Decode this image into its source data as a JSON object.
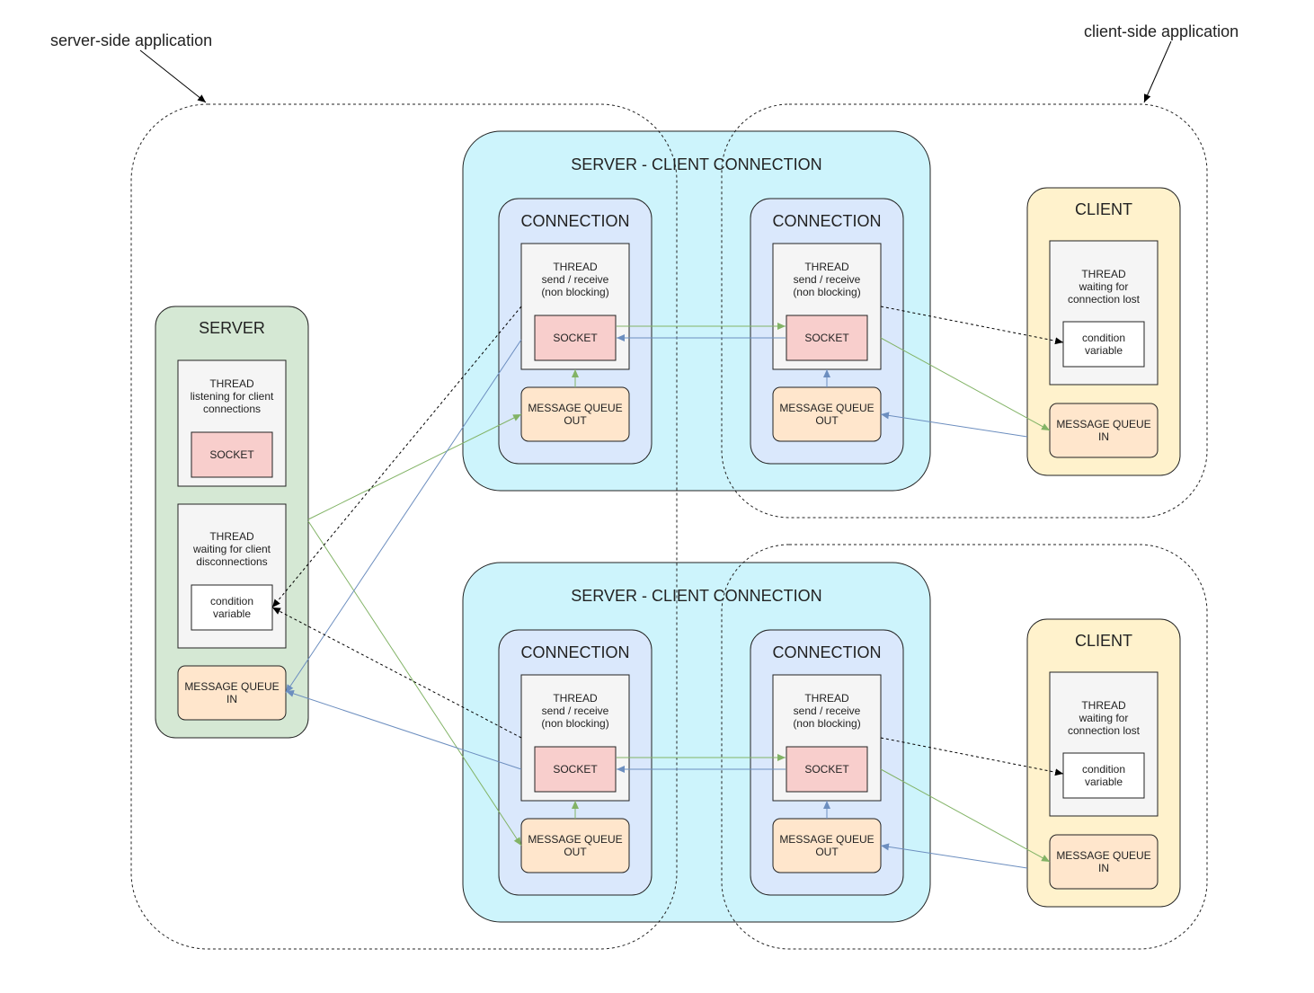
{
  "annotations": {
    "server_side": "server-side application",
    "client_side": "client-side application"
  },
  "server": {
    "title": "SERVER",
    "listen_thread": [
      "THREAD",
      "listening for client",
      "connections"
    ],
    "socket": "SOCKET",
    "disconnect_thread": [
      "THREAD",
      "waiting for client",
      "disconnections"
    ],
    "condition": [
      "condition",
      "variable"
    ],
    "queue_in": [
      "MESSAGE QUEUE",
      "IN"
    ]
  },
  "connection_group_title": "SERVER - CLIENT CONNECTION",
  "connection": {
    "title": "CONNECTION",
    "thread": [
      "THREAD",
      "send / receive",
      "(non blocking)"
    ],
    "socket": "SOCKET",
    "queue_out": [
      "MESSAGE QUEUE",
      "OUT"
    ]
  },
  "client": {
    "title": "CLIENT",
    "thread": [
      "THREAD",
      "waiting for",
      "connection lost"
    ],
    "condition": [
      "condition",
      "variable"
    ],
    "queue_in": [
      "MESSAGE QUEUE",
      "IN"
    ]
  },
  "colors": {
    "server_fill": "#d5e8d4",
    "connection_group_fill": "#cdf4fc",
    "connection_fill": "#dae8fc",
    "client_fill": "#fff2cc",
    "thread_fill": "#f5f5f5",
    "socket_fill": "#f8cecc",
    "queue_fill": "#ffe6cc",
    "green_arrow": "#82b366",
    "blue_arrow": "#6c8ebf"
  }
}
